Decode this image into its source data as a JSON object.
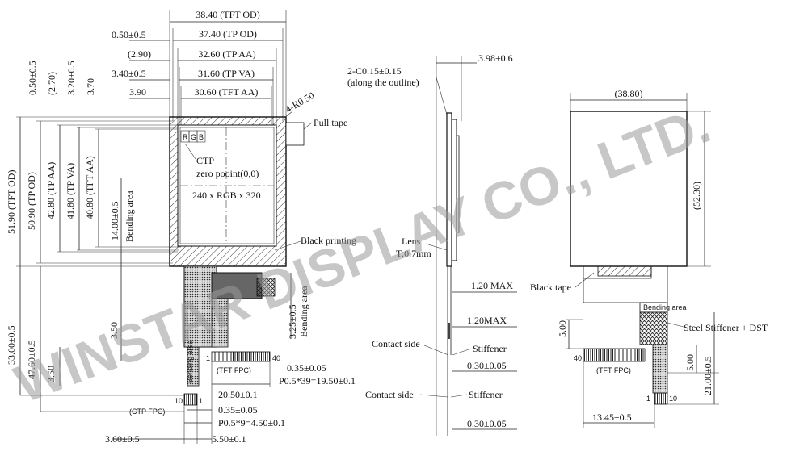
{
  "watermark": "WINSTAR DISPLAY CO., LTD.",
  "front": {
    "top_dims": [
      "38.40 (TFT OD)",
      "37.40 (TP OD)",
      "32.60 (TP AA)",
      "31.60 (TP VA)",
      "30.60 (TFT AA)"
    ],
    "top_left_dims": [
      "0.50±0.5",
      "(2.90)",
      "3.40±0.5",
      "3.90"
    ],
    "left_vertical_dims": [
      "0.50±0.5",
      "(2.70)",
      "3.20±0.5",
      "3.70"
    ],
    "height_dims": [
      "51.90 (TFT OD)",
      "50.90 (TP OD)",
      "42.80 (TP AA)",
      "41.80 (TP VA)",
      "40.80 (TFT AA)"
    ],
    "bending_dim": "14.00±0.5",
    "bending_label": "Bending area",
    "lower_dims": [
      "33.00±0.5",
      "47.60±0.5",
      "3.50",
      "3.50"
    ],
    "corner_radius": "4-R0.50",
    "pull_tape": "Pull tape",
    "ctp_label": "CTP",
    "zero_point": "zero pooint(0,0)",
    "resolution": "240 x RGB x 320",
    "rgb": [
      "R",
      "G",
      "B"
    ],
    "black_printing": "Black printing",
    "right_fpc_dim": "3.25±0.5",
    "right_bending": "Bending area",
    "tft_fpc": "(TFT FPC)",
    "ctp_fpc": "(CTP FPC)",
    "pin_1": "1",
    "pin_40": "40",
    "pin_10": "10",
    "pin_1b": "1",
    "fpc_dims": [
      "0.35±0.05",
      "P0.5*39=19.50±0.1",
      "20.50±0.1",
      "0.35±0.05",
      "P0.5*9=4.50±0.1",
      "5.50±0.1",
      "3.60±0.5"
    ],
    "fpc_small_text": "Bending area"
  },
  "side": {
    "chamfer": "2-C0.15±0.15",
    "chamfer_note": "(along the outline)",
    "thickness": "3.98±0.6",
    "lens": "Lens",
    "lens_t": "T:0.7mm",
    "max1": "1.20 MAX",
    "max2": "1.20MAX",
    "contact1": "Contact side",
    "stiffener1": "Stiffener",
    "dim1": "0.30±0.05",
    "contact2": "Contact side",
    "stiffener2": "Stiffener",
    "dim2": "0.30±0.05"
  },
  "back": {
    "width": "(38.80)",
    "height": "(52.30)",
    "black_tape": "Black tape",
    "steel": "Steel Stiffener + DST",
    "dim_500a": "5.00",
    "dim_500b": "5.00",
    "dim_21": "21.00±0.5",
    "pin_40": "40",
    "pin_1": "1",
    "pin_10": "10",
    "tft_fpc": "(TFT FPC)",
    "bottom_dim": "13.45±0.5",
    "small_text": "Bending area"
  }
}
